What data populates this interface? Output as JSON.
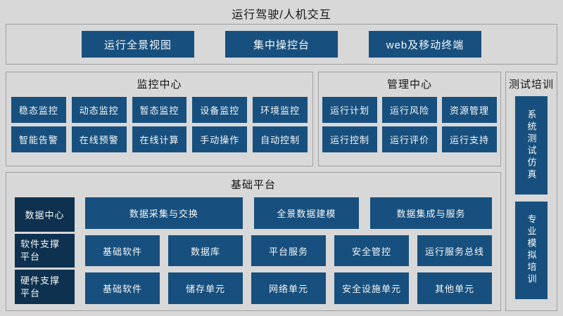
{
  "header": {
    "title": "运行驾驶/人机交互"
  },
  "top_panel": {
    "buttons": [
      "运行全景视图",
      "集中操控台",
      "web及移动终端"
    ]
  },
  "monitoring_center": {
    "title": "监控中心",
    "buttons": [
      [
        "稳态监控",
        "动态监控",
        "暂态监控",
        "设备监控",
        "环境监控"
      ],
      [
        "智能告警",
        "在线预警",
        "在线计算",
        "手动操作",
        "自动控制"
      ]
    ]
  },
  "management_center": {
    "title": "管理中心",
    "buttons": [
      [
        "运行计划",
        "运行风险",
        "资源管理"
      ],
      [
        "运行控制",
        "运行评价",
        "运行支持"
      ]
    ]
  },
  "test_training": {
    "title": "测试培训",
    "items": [
      "系统测试仿真",
      "专业模拟培训"
    ]
  },
  "base_platform": {
    "title": "基础平台",
    "categories": [
      "数据中心",
      "软件支撑\n平台",
      "硬件支撑\n平台"
    ],
    "data_center_row": [
      "数据采集与交换",
      "全景数据建模",
      "数据集成与服务"
    ],
    "software_row": [
      "基础软件",
      "数据库",
      "平台服务",
      "安全管控",
      "运行服务总线"
    ],
    "hardware_row": [
      "基础软件",
      "储存单元",
      "网络单元",
      "安全设施单元",
      "其他单元"
    ]
  },
  "colors": {
    "block_blue": "#17507E",
    "block_navy": "#0D314F",
    "background": "#D8D8D8",
    "border_gray": "#A0A0A0"
  }
}
